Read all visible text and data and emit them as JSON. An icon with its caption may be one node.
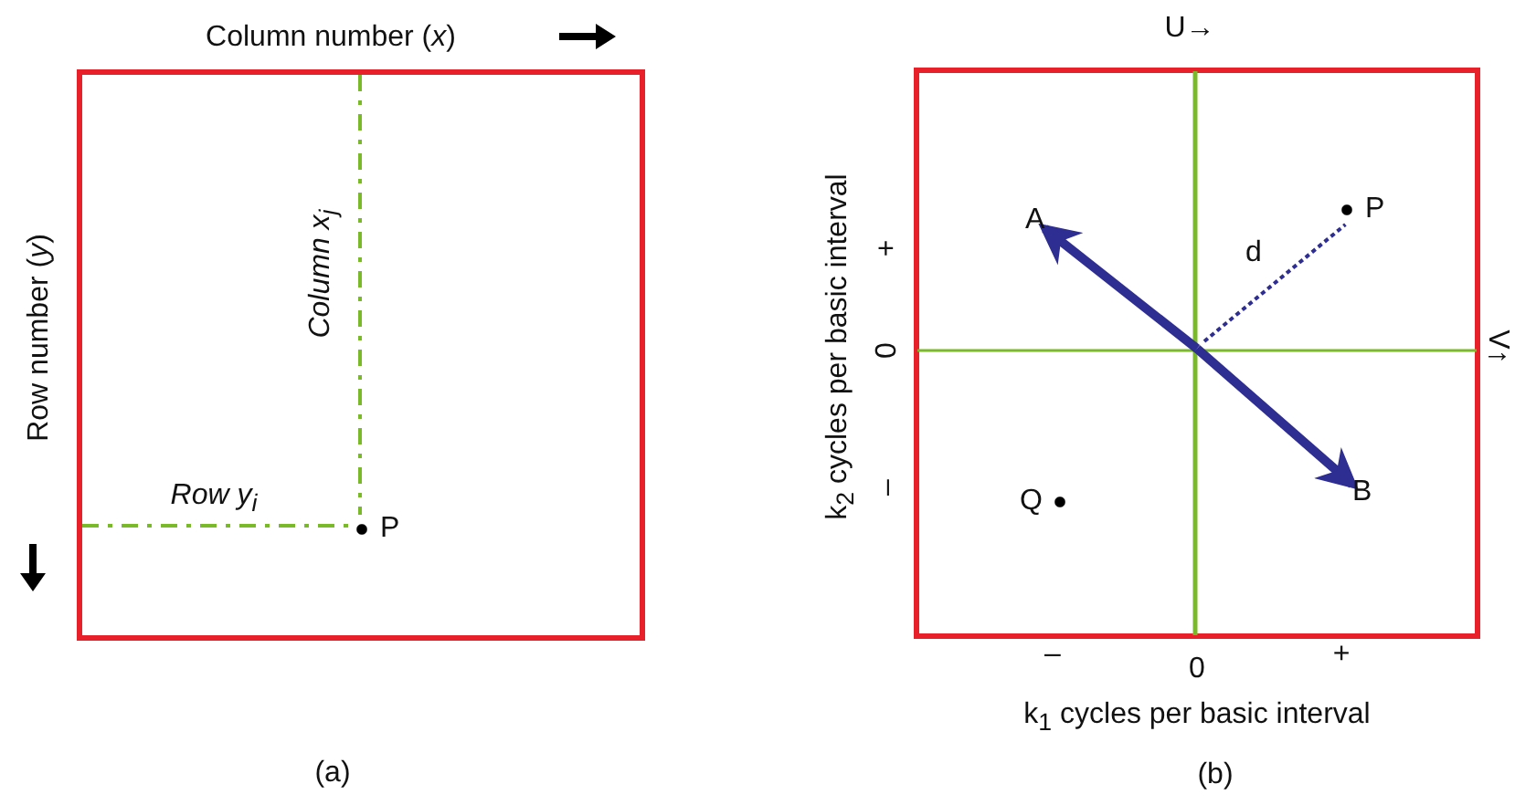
{
  "diagram": {
    "nodes": [
      {
        "text": [],
        "shape": "box"
      },
      {
        "text": [
          "P"
        ],
        "in": 0
      },
      {
        "text": [],
        "shape": "box"
      },
      {
        "text": [
          "A"
        ],
        "in": 2
      },
      {
        "text": [
          "P"
        ],
        "in": 2
      },
      {
        "text": [
          "B"
        ],
        "in": 2
      },
      {
        "text": [
          "Q"
        ],
        "in": 2
      }
    ],
    "edges": [
      {
        "from": null,
        "to": 1,
        "arrow": "none",
        "label": "Column x$_{j}$",
        "style": "dashed",
        "color": "#7ab929"
      },
      {
        "from": null,
        "to": 1,
        "arrow": "none",
        "label": "Row y$_{i}$",
        "style": "dashed",
        "color": "#7ab929"
      },
      {
        "from": null,
        "to": 3,
        "arrow": "to",
        "style": "thick",
        "color": "#2e2d91"
      },
      {
        "from": null,
        "to": 5,
        "arrow": "to",
        "style": "thick",
        "color": "#2e2d91"
      },
      {
        "from": null,
        "to": 4,
        "arrow": "none",
        "label": "d",
        "style": "dashed",
        "color": "#2e2d91"
      }
    ],
    "labels": [
      "Column number (*x*)",
      "Row number (*y*)",
      "(a)",
      "U→",
      "+",
      "0",
      "–",
      "–",
      "0",
      "+",
      "k$_{2}$ cycles per basic interval",
      "k$_{1}$ cycles per basic interval",
      "(b)",
      "V↑"
    ]
  }
}
